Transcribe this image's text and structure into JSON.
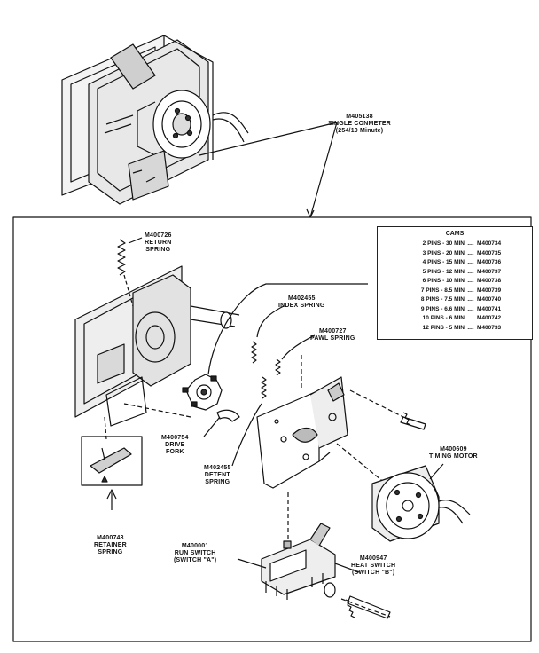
{
  "top_assembly": {
    "part": "M405138",
    "name": "SINGLE CONMETER",
    "note": "(254/10 Minute)"
  },
  "labels": {
    "return_spring": {
      "part": "M400726",
      "name1": "RETURN",
      "name2": "SPRING"
    },
    "index_spring": {
      "part": "M402455",
      "name1": "INDEX SPRING"
    },
    "pawl_spring": {
      "part": "M400727",
      "name1": "PAWL SPRING"
    },
    "drive_fork": {
      "part": "M400754",
      "name1": "DRIVE",
      "name2": "FORK"
    },
    "detent_spring": {
      "part": "M402455",
      "name1": "DETENT",
      "name2": "SPRING"
    },
    "timing_motor": {
      "part": "M400609",
      "name1": "TIMING MOTOR"
    },
    "retainer_spring": {
      "part": "M400743",
      "name1": "RETAINER",
      "name2": "SPRING"
    },
    "run_switch": {
      "part": "M400001",
      "name1": "RUN SWITCH",
      "name2": "(SWITCH \"A\")"
    },
    "heat_switch": {
      "part": "M400947",
      "name1": "HEAT SWITCH",
      "name2": "(SWITCH \"B\")"
    }
  },
  "cams": {
    "title": "CAMS",
    "rows": [
      {
        "pins": "2 PINS - 30 MIN",
        "dots": "....",
        "part": "M400734"
      },
      {
        "pins": "3 PINS - 20 MIN",
        "dots": "....",
        "part": "M400735"
      },
      {
        "pins": "4 PINS - 15 MIN",
        "dots": "....",
        "part": "M400736"
      },
      {
        "pins": "5 PINS - 12 MIN",
        "dots": "....",
        "part": "M400737"
      },
      {
        "pins": "6 PINS - 10 MIN",
        "dots": "....",
        "part": "M400738"
      },
      {
        "pins": "7 PINS - 8.5 MIN",
        "dots": "....",
        "part": "M400739"
      },
      {
        "pins": "8 PINS - 7.5 MIN",
        "dots": "....",
        "part": "M400740"
      },
      {
        "pins": "9 PINS - 6.6 MIN",
        "dots": "....",
        "part": "M400741"
      },
      {
        "pins": "10 PINS - 6 MIN",
        "dots": "....",
        "part": "M400742"
      },
      {
        "pins": "12 PINS - 5 MIN",
        "dots": "....",
        "part": "M400733"
      }
    ]
  }
}
